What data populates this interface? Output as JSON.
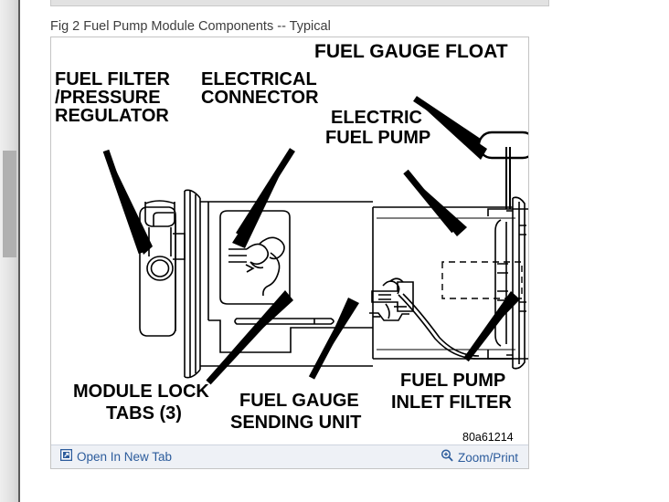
{
  "caption": "Fig 2 Fuel Pump Module Components -- Typical",
  "figure": {
    "id_code": "80a61214",
    "labels": {
      "fuel_filter": [
        "FUEL FILTER",
        "/PRESSURE",
        "REGULATOR"
      ],
      "electrical_connector": [
        "ELECTRICAL",
        "CONNECTOR"
      ],
      "fuel_gauge_float": [
        "FUEL GAUGE FLOAT"
      ],
      "electric_fuel_pump": [
        "ELECTRIC",
        "FUEL PUMP"
      ],
      "module_lock_tabs": [
        "MODULE LOCK",
        "TABS (3)"
      ],
      "fuel_gauge_sending_unit": [
        "FUEL GAUGE",
        "SENDING UNIT"
      ],
      "fuel_pump_inlet_filter": [
        "FUEL PUMP",
        "INLET FILTER"
      ]
    }
  },
  "toolbar": {
    "open_in_new_tab": "Open In New Tab",
    "zoom_print": "Zoom/Print",
    "link_color": "#2c5c9c"
  }
}
